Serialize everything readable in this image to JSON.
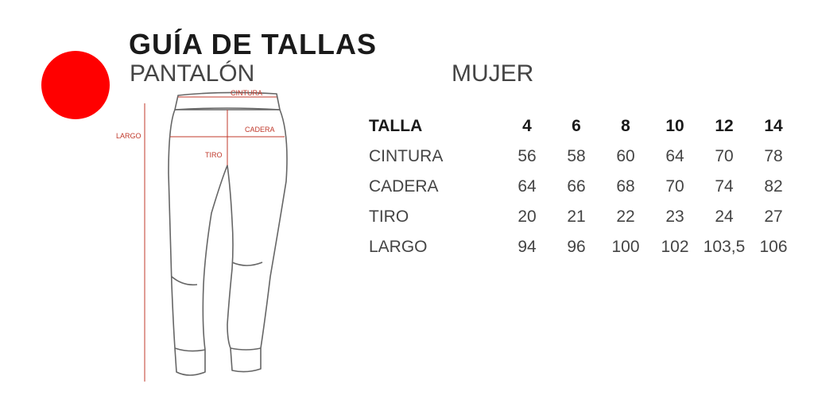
{
  "header": {
    "title": "GUÍA DE TALLAS",
    "garment": "PANTALÓN",
    "gender": "MUJER",
    "accent_color": "#ff0000"
  },
  "illustration": {
    "labels": {
      "waist": "CINTURA",
      "hip": "CADERA",
      "rise": "TIRO",
      "length": "LARGO"
    },
    "line_color": "#c0392b"
  },
  "size_table": {
    "header_label": "TALLA",
    "sizes": [
      "4",
      "6",
      "8",
      "10",
      "12",
      "14"
    ],
    "rows": [
      {
        "label": "CINTURA",
        "values": [
          "56",
          "58",
          "60",
          "64",
          "70",
          "78"
        ]
      },
      {
        "label": "CADERA",
        "values": [
          "64",
          "66",
          "68",
          "70",
          "74",
          "82"
        ]
      },
      {
        "label": "TIRO",
        "values": [
          "20",
          "21",
          "22",
          "23",
          "24",
          "27"
        ]
      },
      {
        "label": "LARGO",
        "values": [
          "94",
          "96",
          "100",
          "102",
          "103,5",
          "106"
        ]
      }
    ]
  }
}
